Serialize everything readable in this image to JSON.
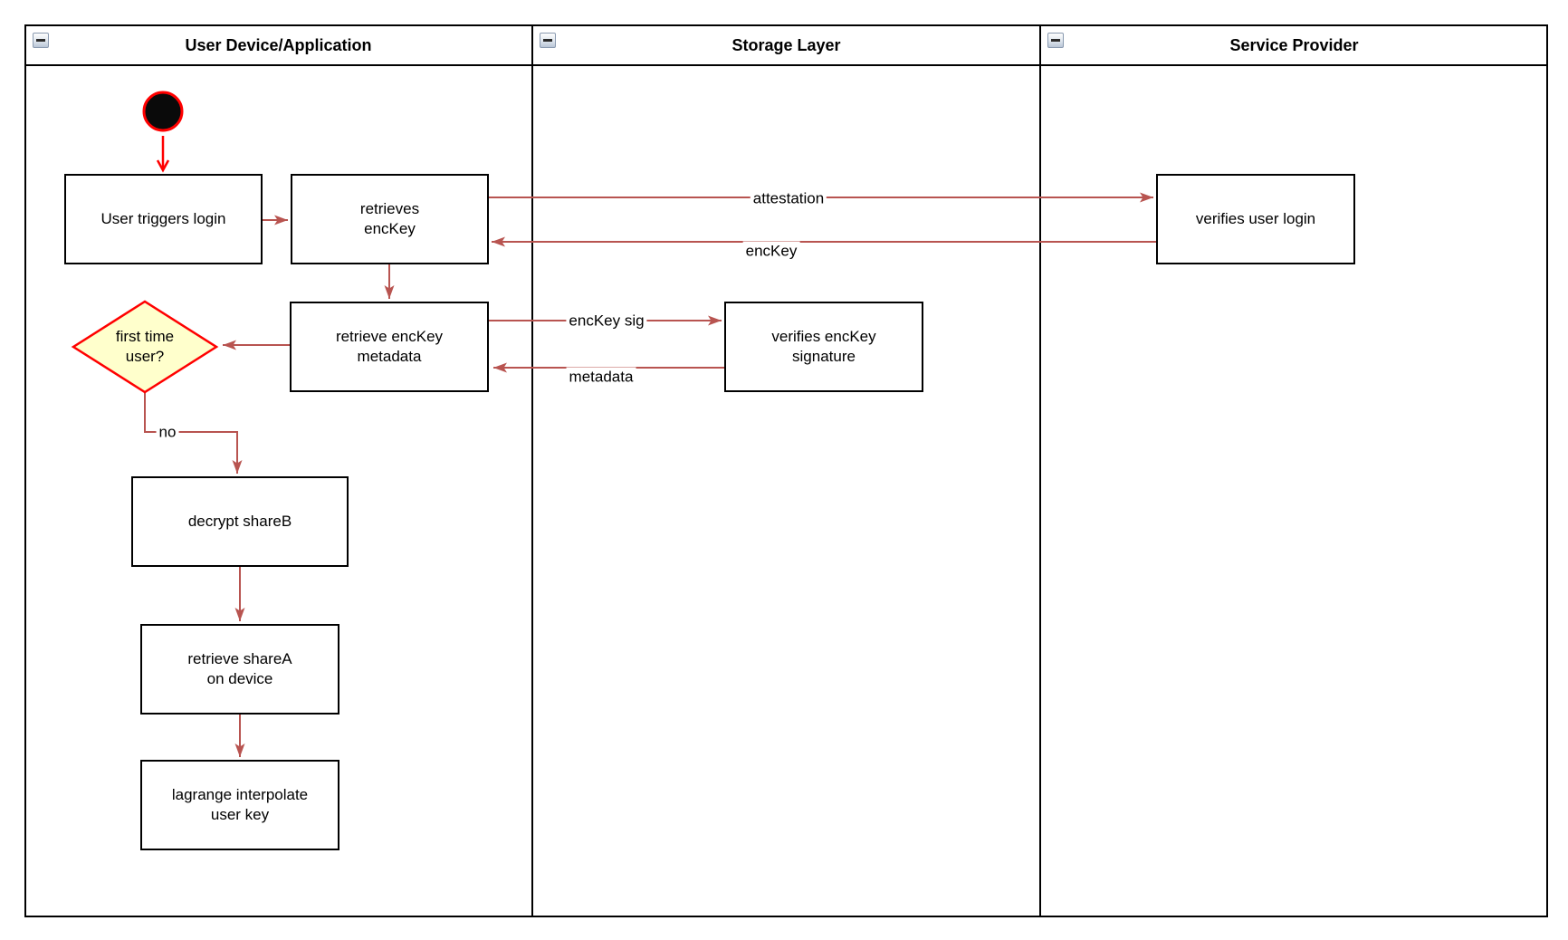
{
  "diagram": {
    "colors": {
      "arrow": "#b85450",
      "start_arrow": "#ff0000",
      "decision_fill": "#ffffcc",
      "decision_border": "#ff0000",
      "start_fill": "#0a0a0a"
    },
    "lanes": [
      {
        "title": "User Device/Application",
        "collapse_icon": "minus-icon"
      },
      {
        "title": "Storage Layer",
        "collapse_icon": "minus-icon"
      },
      {
        "title": "Service Provider",
        "collapse_icon": "minus-icon"
      }
    ],
    "nodes": {
      "user_triggers_login": "User triggers login",
      "retrieves_enckey": "retrieves\nencKey",
      "retrieve_enckey_metadata": "retrieve encKey\nmetadata",
      "first_time_user": "first time\nuser?",
      "decrypt_shareb": "decrypt shareB",
      "retrieve_sharea": "retrieve shareA\non device",
      "lagrange_interpolate": "lagrange interpolate\nuser key",
      "verifies_enckey_signature": "verifies encKey\nsignature",
      "verifies_user_login": "verifies user login"
    },
    "edge_labels": {
      "attestation": "attestation",
      "enckey": "encKey",
      "enckey_sig": "encKey sig",
      "metadata": "metadata",
      "no": "no"
    }
  }
}
